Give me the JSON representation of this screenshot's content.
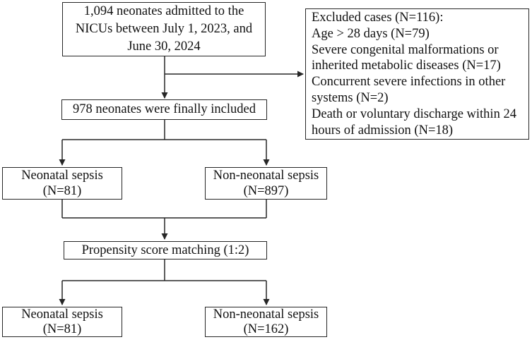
{
  "figure": {
    "type": "flow-diagram",
    "background_color": "#ffffff",
    "line_color": "#262626",
    "text_color": "#111111",
    "boxes": {
      "admitted": {
        "lines": [
          "1,094 neonates admitted to the",
          "NICUs between July 1, 2023, and",
          "June 30, 2024"
        ]
      },
      "excluded": {
        "title": "Excluded cases (N=116):",
        "items": [
          "Age > 28 days (N=79)",
          "Severe congenital malformations or inherited metabolic diseases (N=17)",
          "Concurrent severe infections in other systems (N=2)",
          "Death or voluntary discharge within 24 hours of admission (N=18)"
        ]
      },
      "included": {
        "text": "978 neonates were finally included"
      },
      "sepsis_mid": {
        "lines": [
          "Neonatal sepsis",
          "(N=81)"
        ]
      },
      "nonsepsis_mid": {
        "lines": [
          "Non-neonatal sepsis",
          "(N=897)"
        ]
      },
      "psm": {
        "text": "Propensity score matching (1:2)"
      },
      "sepsis_bot": {
        "lines": [
          "Neonatal sepsis",
          "(N=81)"
        ]
      },
      "nonsepsis_bot": {
        "lines": [
          "Non-neonatal sepsis",
          "(N=162)"
        ]
      }
    }
  }
}
